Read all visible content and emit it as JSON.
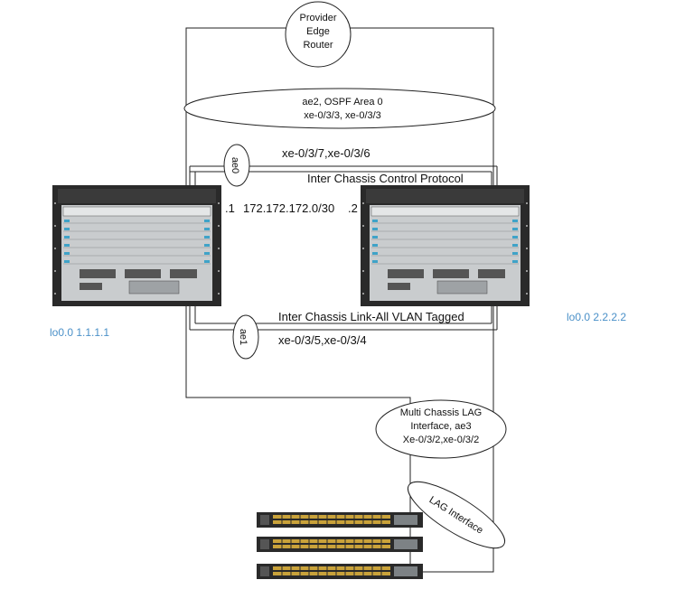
{
  "nodes": {
    "pe_router": {
      "label_lines": [
        "Provider",
        "Edge",
        "Router"
      ]
    },
    "router_left": {
      "loopback": "lo0.0 1.1.1.1",
      "iface_ip_suffix": ".1"
    },
    "router_right": {
      "loopback": "lo0.0 2.2.2.2",
      "iface_ip_suffix": ".2"
    },
    "switch_stack": {
      "count": 3
    }
  },
  "links": {
    "ae2_ospf": {
      "lines": [
        "ae2, OSPF Area 0",
        "xe-0/3/3, xe-0/3/3"
      ]
    },
    "iccp": {
      "label": "Inter Chassis Control Protocol",
      "ports": "xe-0/3/7,xe-0/3/6",
      "bundle": "ae0",
      "subnet": "172.172.172.0/30"
    },
    "icl": {
      "label": "Inter Chassis Link-All VLAN Tagged",
      "ports": "xe-0/3/5,xe-0/3/4",
      "bundle": "ae1"
    },
    "mc_lag": {
      "lines": [
        "Multi Chassis LAG",
        "Interface, ae3",
        "Xe-0/3/2,xe-0/3/2"
      ]
    },
    "lag": {
      "label": "LAG Interface"
    }
  },
  "colors": {
    "line": "#222222",
    "loopback_text": "#4a90c8",
    "chassis_frame": "#2a2a2a",
    "chassis_body": "#cfd2d4",
    "switch_port": "#c9a23a"
  }
}
